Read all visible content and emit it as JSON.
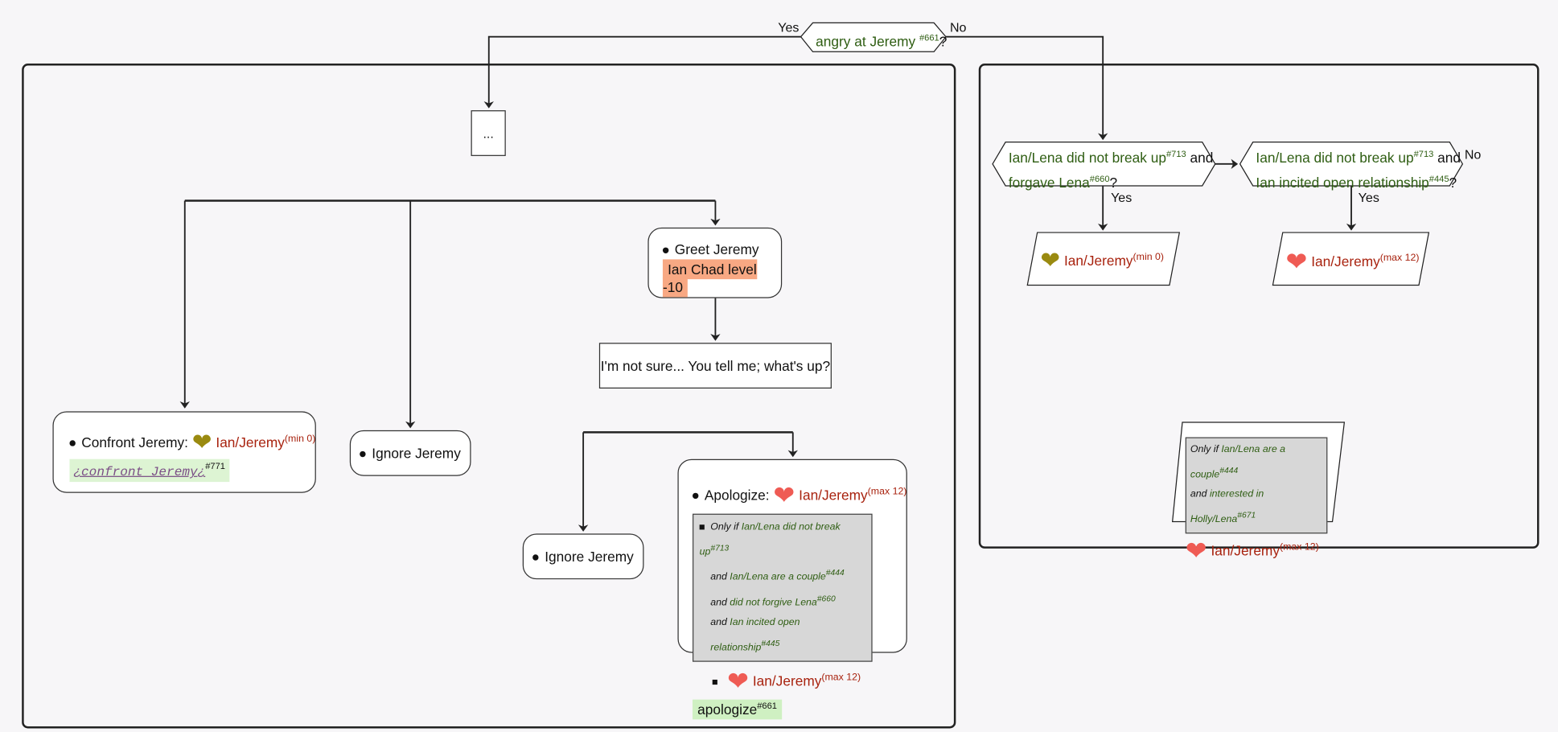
{
  "top_decision": {
    "text": "angry at Jeremy",
    "ref": "#661",
    "qmark": "?",
    "yes": "Yes",
    "no": "No"
  },
  "left": {
    "ellipsis": "...",
    "greet": {
      "label": "Greet Jeremy",
      "tag": "Ian Chad level -10"
    },
    "greet_reply": "I'm not sure... You tell me; what's up?",
    "confront": {
      "label": "Confront Jeremy:",
      "rel": "Ian/Jeremy",
      "rel_mod": "(min 0)",
      "code": "¿confront Jeremy¿",
      "code_ref": "#771"
    },
    "ignore1": "Ignore Jeremy",
    "ignore2": "Ignore Jeremy",
    "apologize": {
      "label": "Apologize:",
      "rel": "Ian/Jeremy",
      "rel_mod": "(max 12)",
      "only_if": "Only if",
      "and": "and",
      "c1": "Ian/Lena did not break up",
      "c1_ref": "#713",
      "c2": "Ian/Lena are a couple",
      "c2_ref": "#444",
      "c3": "did not forgive Lena",
      "c3_ref": "#660",
      "c4": "Ian incited open relationship",
      "c4_ref": "#445",
      "rel2": "Ian/Jeremy",
      "rel2_mod": "(max 12)",
      "tag": "apologize",
      "tag_ref": "#661"
    }
  },
  "right": {
    "d1": {
      "l1": "Ian/Lena did not break up",
      "r1": "#713",
      "and": "and",
      "l2": "forgave Lena",
      "r2": "#660",
      "q": "?",
      "yes": "Yes"
    },
    "d2": {
      "l1": "Ian/Lena did not break up",
      "r1": "#713",
      "and": "and",
      "l2": "Ian incited open relationship",
      "r2": "#445",
      "q": "?",
      "yes": "Yes",
      "no": "No"
    },
    "out1": {
      "rel": "Ian/Jeremy",
      "mod": "(min 0)"
    },
    "out2": {
      "rel": "Ian/Jeremy",
      "mod": "(max 12)"
    },
    "out3": {
      "only_if": "Only if",
      "and": "and",
      "c1": "Ian/Lena are a couple",
      "c1_ref": "#444",
      "c2": "interested in Holly/Lena",
      "c2_ref": "#671",
      "rel": "Ian/Jeremy",
      "mod": "(max 12)"
    }
  },
  "colors": {
    "condition": "#2e5d12",
    "relationship": "#a8220e",
    "heart": "#ef5b54",
    "broken_heart": "#9a8a10",
    "chad_tag": "#f8a883",
    "flag_tag": "#cff0c2"
  }
}
